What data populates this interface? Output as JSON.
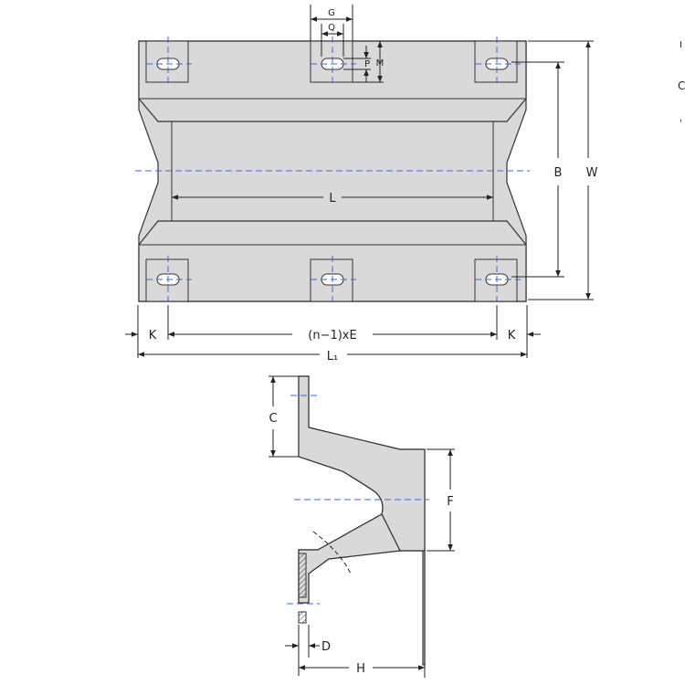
{
  "colors": {
    "body_fill": "#d9d9d9",
    "outline": "#333333",
    "dimension_line": "#222222",
    "center_line": "#3a67d8",
    "background": "#ffffff"
  },
  "top_view": {
    "dim_labels": {
      "G": "G",
      "Q": "Q",
      "P": "P",
      "M": "M",
      "B": "B",
      "W": "W",
      "L": "L",
      "K_left": "K",
      "K_right": "K",
      "pitch": "(n−1)xE",
      "L1": "L₁"
    },
    "edge_glyphs": [
      "I",
      "C",
      "'"
    ]
  },
  "side_view": {
    "dim_labels": {
      "C": "C",
      "F": "F",
      "D": "D",
      "H": "H"
    }
  }
}
